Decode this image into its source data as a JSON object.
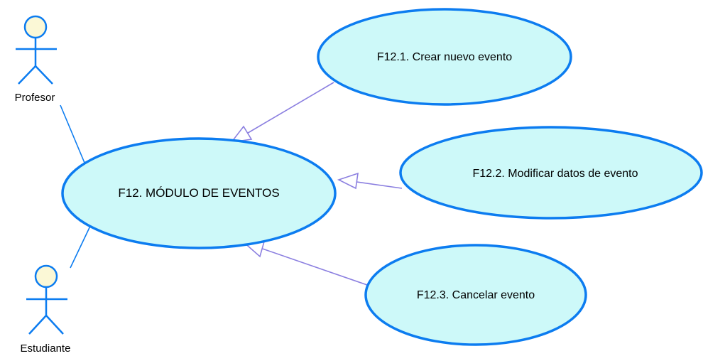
{
  "actors": {
    "profesor": "Profesor",
    "estudiante": "Estudiante"
  },
  "use_cases": {
    "main": "F12. MÓDULO DE EVENTOS",
    "crear": "F12.1. Crear nuevo evento",
    "modificar": "F12.2. Modificar datos de evento",
    "cancelar": "F12.3. Cancelar evento"
  },
  "colors": {
    "ellipse_fill": "#cdf9f9",
    "ellipse_stroke": "#0c7cf0",
    "actor_head_fill": "#fbf8d6",
    "generalization_line": "#8b7fe0"
  }
}
